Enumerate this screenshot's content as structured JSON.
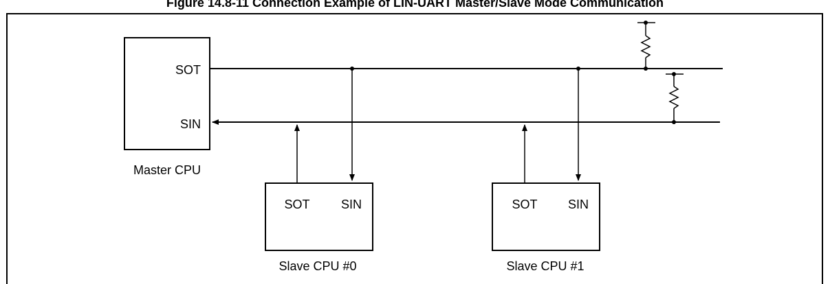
{
  "figure": {
    "title": "Figure 14.8-11 Connection Example of LIN-UART Master/Slave Mode Communication"
  },
  "master": {
    "label": "Master CPU",
    "sot": "SOT",
    "sin": "SIN"
  },
  "slaves": [
    {
      "label": "Slave CPU #0",
      "sot": "SOT",
      "sin": "SIN"
    },
    {
      "label": "Slave CPU #1",
      "sot": "SOT",
      "sin": "SIN"
    }
  ]
}
